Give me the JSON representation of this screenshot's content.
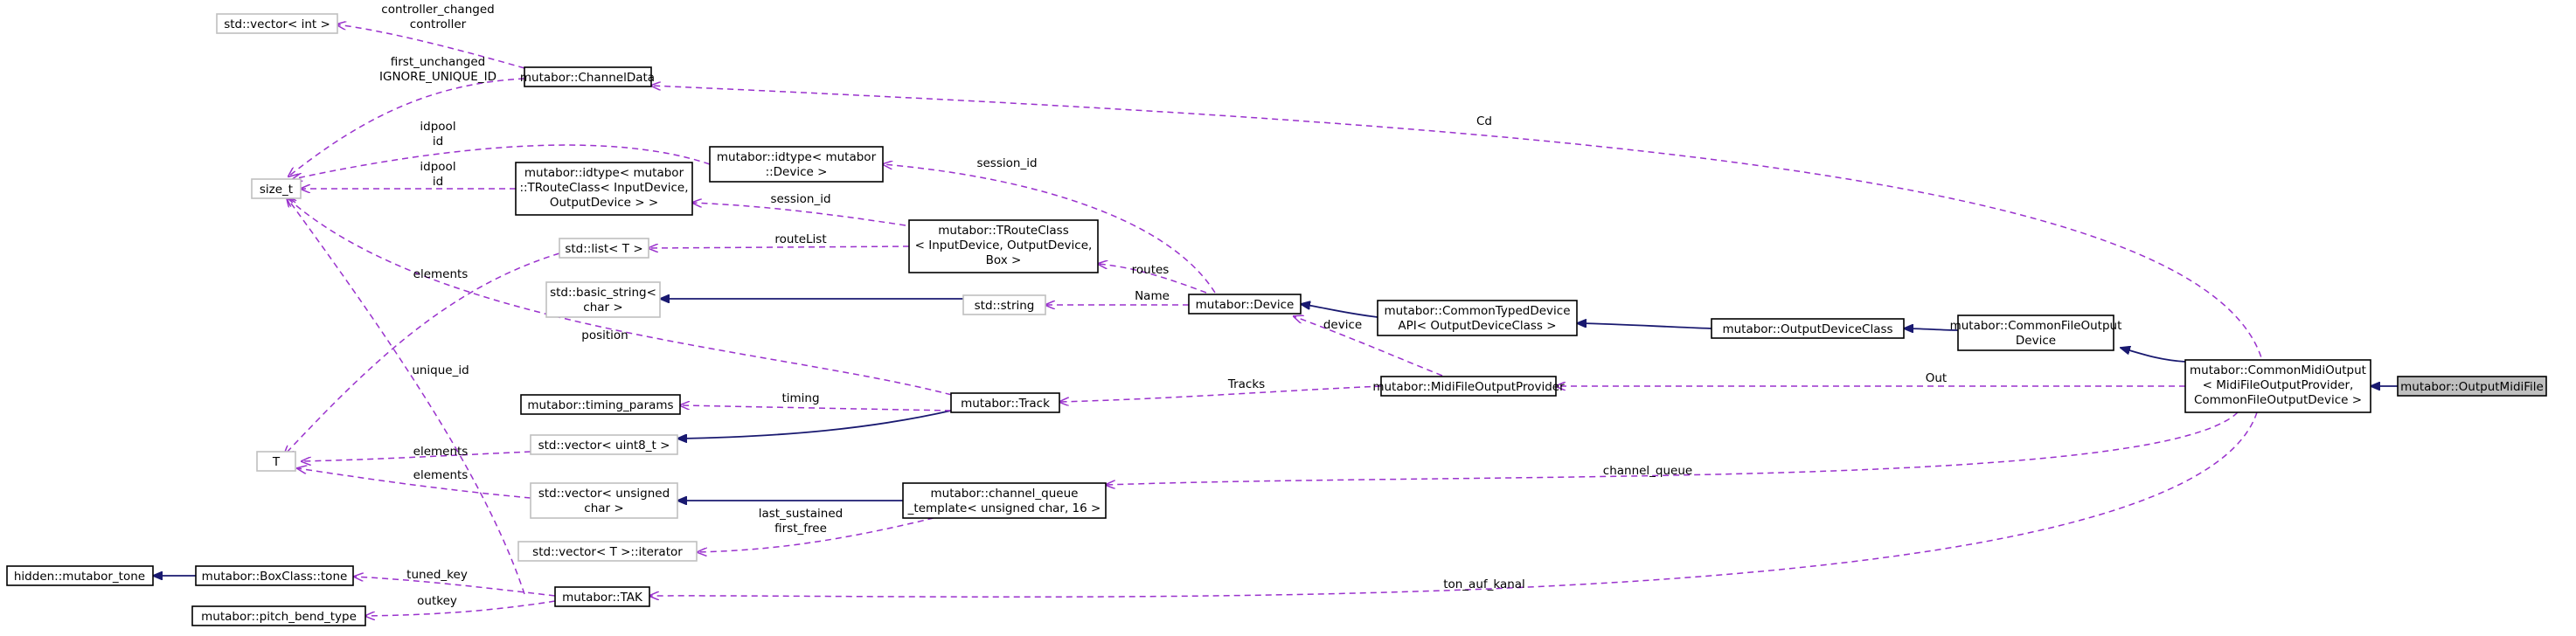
{
  "nodes": {
    "output_midi_file": [
      "mutabor::OutputMidiFile"
    ],
    "common_midi_output": [
      "mutabor::CommonMidiOutput",
      "< MidiFileOutputProvider,",
      "CommonFileOutputDevice >"
    ],
    "common_file_output_device": [
      "mutabor::CommonFileOutput",
      "Device"
    ],
    "output_device_class": [
      "mutabor::OutputDeviceClass"
    ],
    "common_typed_device_api": [
      "mutabor::CommonTypedDevice",
      "API< OutputDeviceClass >"
    ],
    "midi_file_output_provider": [
      "mutabor::MidiFileOutputProvider"
    ],
    "device": [
      "mutabor::Device"
    ],
    "idtype_device": [
      "mutabor::idtype< mutabor",
      "::Device >"
    ],
    "troute_class": [
      "mutabor::TRouteClass",
      "< InputDevice, OutputDevice,",
      "Box >"
    ],
    "std_string": [
      "std::string"
    ],
    "track": [
      "mutabor::Track"
    ],
    "channel_queue_template": [
      "mutabor::channel_queue",
      "_template< unsigned char, 16 >"
    ],
    "tak": [
      "mutabor::TAK"
    ],
    "channel_data": [
      "mutabor::ChannelData"
    ],
    "std_vector_int": [
      "std::vector< int >"
    ],
    "size_t": [
      "size_t"
    ],
    "idtype_troute": [
      "mutabor::idtype< mutabor",
      "::TRouteClass< InputDevice,",
      "OutputDevice > >"
    ],
    "std_list_t": [
      "std::list< T >"
    ],
    "std_basic_string": [
      "std::basic_string<",
      "char >"
    ],
    "timing_params": [
      "mutabor::timing_params"
    ],
    "std_vector_uint8": [
      "std::vector< uint8_t >"
    ],
    "std_vector_unsigned_char": [
      "std::vector< unsigned",
      "char >"
    ],
    "std_vector_t_iterator": [
      "std::vector< T >::iterator"
    ],
    "t_param": [
      "T"
    ],
    "box_class_tone": [
      "mutabor::BoxClass::tone"
    ],
    "hidden_mutabor_tone": [
      "hidden::mutabor_tone"
    ],
    "pitch_bend_type": [
      "mutabor::pitch_bend_type"
    ]
  },
  "edge_labels": {
    "cd": [
      "Cd"
    ],
    "out": [
      "Out"
    ],
    "channel_queue": [
      "channel_queue"
    ],
    "ton_auf_kanal": [
      "ton_auf_kanal"
    ],
    "tracks": [
      "Tracks"
    ],
    "device": [
      "device"
    ],
    "name": [
      "Name"
    ],
    "routes": [
      "routes"
    ],
    "session_id_device": [
      "session_id"
    ],
    "session_id_route": [
      "session_id"
    ],
    "route_list": [
      "routeList"
    ],
    "timing": [
      "timing"
    ],
    "position": [
      "position"
    ],
    "last_sustained": [
      "last_sustained",
      "first_free"
    ],
    "tuned_key": [
      "tuned_key"
    ],
    "outkey": [
      "outkey"
    ],
    "unique_id": [
      "unique_id"
    ],
    "controller_changed": [
      "controller_changed",
      "controller"
    ],
    "first_unchanged": [
      "first_unchanged",
      "IGNORE_UNIQUE_ID"
    ],
    "idpool_device": [
      "idpool",
      "id"
    ],
    "idpool_route": [
      "idpool",
      "id"
    ],
    "elements_list": [
      "elements"
    ],
    "elements_uint8": [
      "elements"
    ],
    "elements_unsigned": [
      "elements"
    ]
  },
  "colors": {
    "inheritance": "#191970",
    "usage": "#9a32cd",
    "focus_fill": "#bfbfbf",
    "ghost_border": "#bfbfbf"
  }
}
